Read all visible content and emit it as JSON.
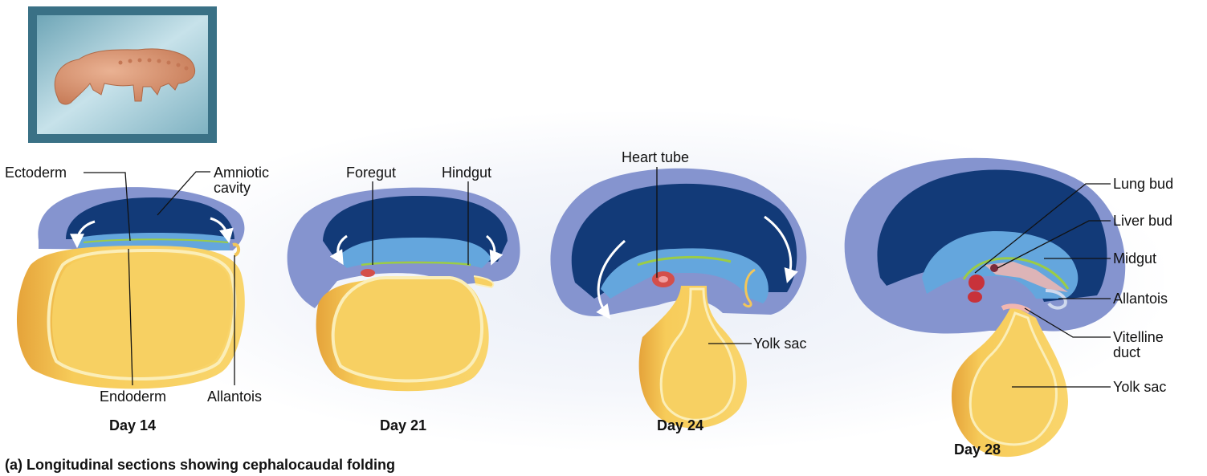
{
  "caption": "(a) Longitudinal sections showing cephalocaudal folding",
  "days": {
    "d14": "Day 14",
    "d21": "Day 21",
    "d24": "Day 24",
    "d28": "Day 28"
  },
  "labels": {
    "ectoderm": "Ectoderm",
    "amniotic_cavity_1": "Amniotic",
    "amniotic_cavity_2": "cavity",
    "endoderm": "Endoderm",
    "allantois_14": "Allantois",
    "foregut": "Foregut",
    "hindgut": "Hindgut",
    "heart_tube": "Heart tube",
    "yolk_sac_24": "Yolk sac",
    "lung_bud": "Lung bud",
    "liver_bud": "Liver bud",
    "midgut": "Midgut",
    "allantois_28": "Allantois",
    "vitelline_1": "Vitelline",
    "vitelline_2": "duct",
    "yolk_sac_28": "Yolk sac"
  },
  "colors": {
    "amniotic_cavity": "#123a78",
    "ectoderm": "#8797cf",
    "mesoderm": "#62a4dc",
    "endoderm_line": "#9ccc45",
    "yolk": "#f6cc5b",
    "yolk_edge": "#e8a93a",
    "heart": "#c8323a",
    "embryo_skin": "#d99470"
  },
  "icons": [
    "embryo-thumbnail",
    "folding-arrow-icon"
  ]
}
